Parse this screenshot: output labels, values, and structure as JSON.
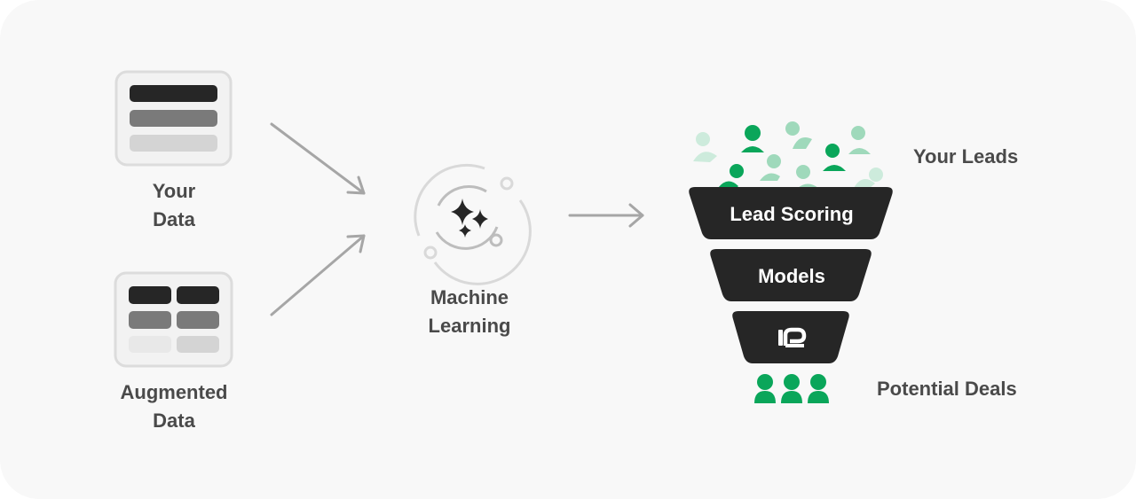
{
  "inputs": {
    "your_data": {
      "line1": "Your",
      "line2": "Data"
    },
    "augmented_data": {
      "line1": "Augmented",
      "line2": "Data"
    }
  },
  "process": {
    "line1": "Machine",
    "line2": "Learning"
  },
  "funnel": {
    "stage1": "Lead Scoring",
    "stage2": "Models"
  },
  "outputs": {
    "top_label": "Your Leads",
    "bottom_label": "Potential Deals"
  },
  "colors": {
    "background": "#f8f8f8",
    "dark": "#262626",
    "mid_gray": "#7a7a7a",
    "light_gray": "#d4d4d4",
    "arrow_gray": "#a6a6a6",
    "green": "#0aa65a",
    "green_light": "#9fd9bb",
    "green_pale": "#cdebdc"
  },
  "icons": {
    "your_data": "list-rows-icon",
    "augmented_data": "table-grid-icon",
    "machine_learning": "sparkle-orbit-icon",
    "lead": "person-icon",
    "brand": "brand-logo-icon"
  }
}
